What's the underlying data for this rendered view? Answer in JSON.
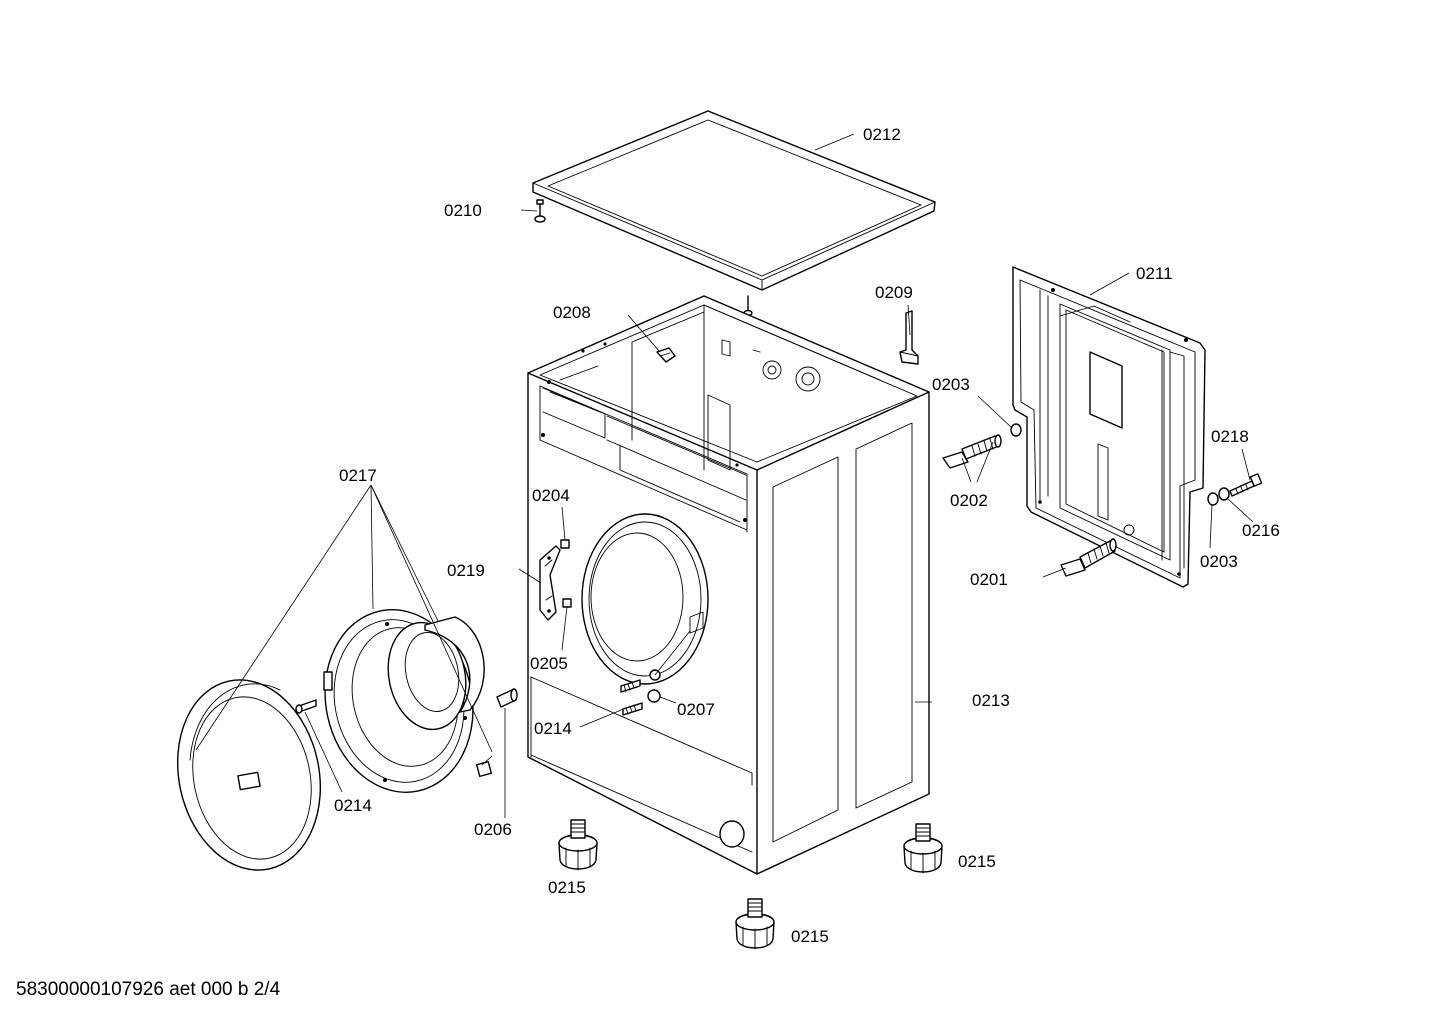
{
  "diagram": {
    "part_labels": [
      {
        "id": "0212",
        "text": "0212"
      },
      {
        "id": "0210",
        "text": "0210"
      },
      {
        "id": "0211",
        "text": "0211"
      },
      {
        "id": "0209",
        "text": "0209"
      },
      {
        "id": "0208",
        "text": "0208"
      },
      {
        "id": "0203a",
        "text": "0203"
      },
      {
        "id": "0218",
        "text": "0218"
      },
      {
        "id": "0202",
        "text": "0202"
      },
      {
        "id": "0216",
        "text": "0216"
      },
      {
        "id": "0203b",
        "text": "0203"
      },
      {
        "id": "0217",
        "text": "0217"
      },
      {
        "id": "0204",
        "text": "0204"
      },
      {
        "id": "0201",
        "text": "0201"
      },
      {
        "id": "0219",
        "text": "0219"
      },
      {
        "id": "0205",
        "text": "0205"
      },
      {
        "id": "0213",
        "text": "0213"
      },
      {
        "id": "0207",
        "text": "0207"
      },
      {
        "id": "0214a",
        "text": "0214"
      },
      {
        "id": "0214b",
        "text": "0214"
      },
      {
        "id": "0206",
        "text": "0206"
      },
      {
        "id": "0215a",
        "text": "0215"
      },
      {
        "id": "0215b",
        "text": "0215"
      },
      {
        "id": "0215c",
        "text": "0215"
      }
    ]
  },
  "footer": {
    "text": "58300000107926 aet 000 b 2/4"
  }
}
